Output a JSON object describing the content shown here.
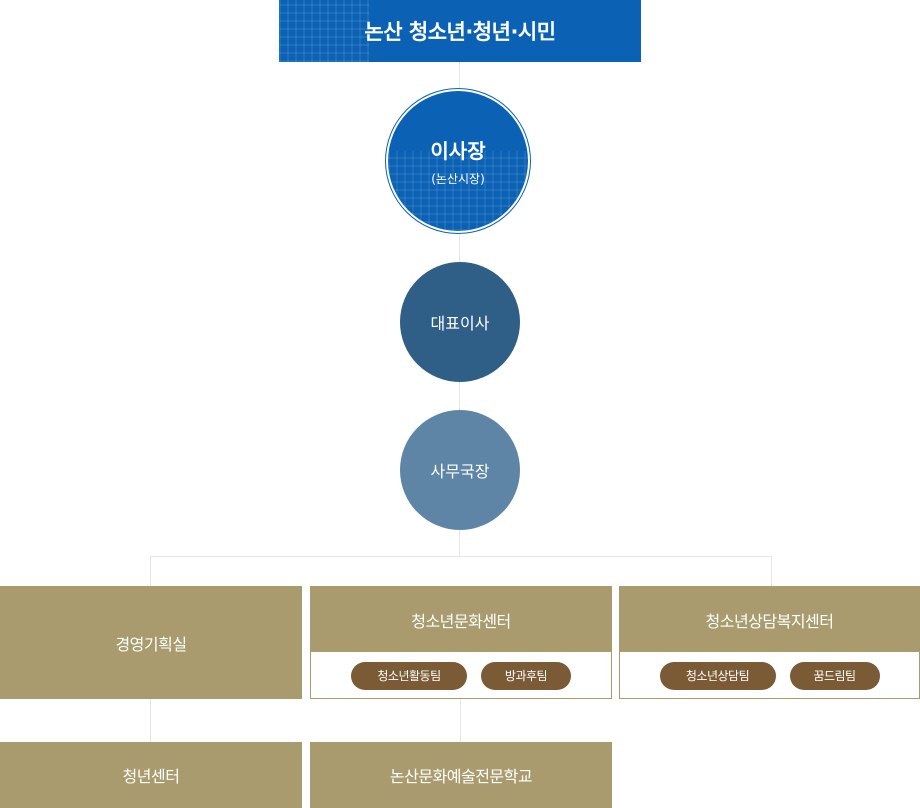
{
  "banner": {
    "label": "논산 청소년·청년·시민"
  },
  "chairman": {
    "title": "이사장",
    "subtitle": "(논산시장)"
  },
  "ceo": {
    "label": "대표이사"
  },
  "director": {
    "label": "사무국장"
  },
  "departments": {
    "planning": {
      "label": "경영기획실"
    },
    "culture_center": {
      "label": "청소년문화센터",
      "teams": [
        "청소년활동팀",
        "방과후팀"
      ]
    },
    "counseling_center": {
      "label": "청소년상담복지센터",
      "teams": [
        "청소년상담팀",
        "꿈드림팀"
      ]
    },
    "youth_center": {
      "label": "청년센터"
    },
    "arts_school": {
      "label": "논산문화예술전문학교"
    }
  },
  "colors": {
    "banner": "#0b62b5",
    "chairman": "#0b62b5",
    "ceo": "#2f5e86",
    "director": "#5e85a5",
    "department": "#a99b6e",
    "team_pill": "#7a5b35",
    "connector": "#e6e6e6"
  }
}
